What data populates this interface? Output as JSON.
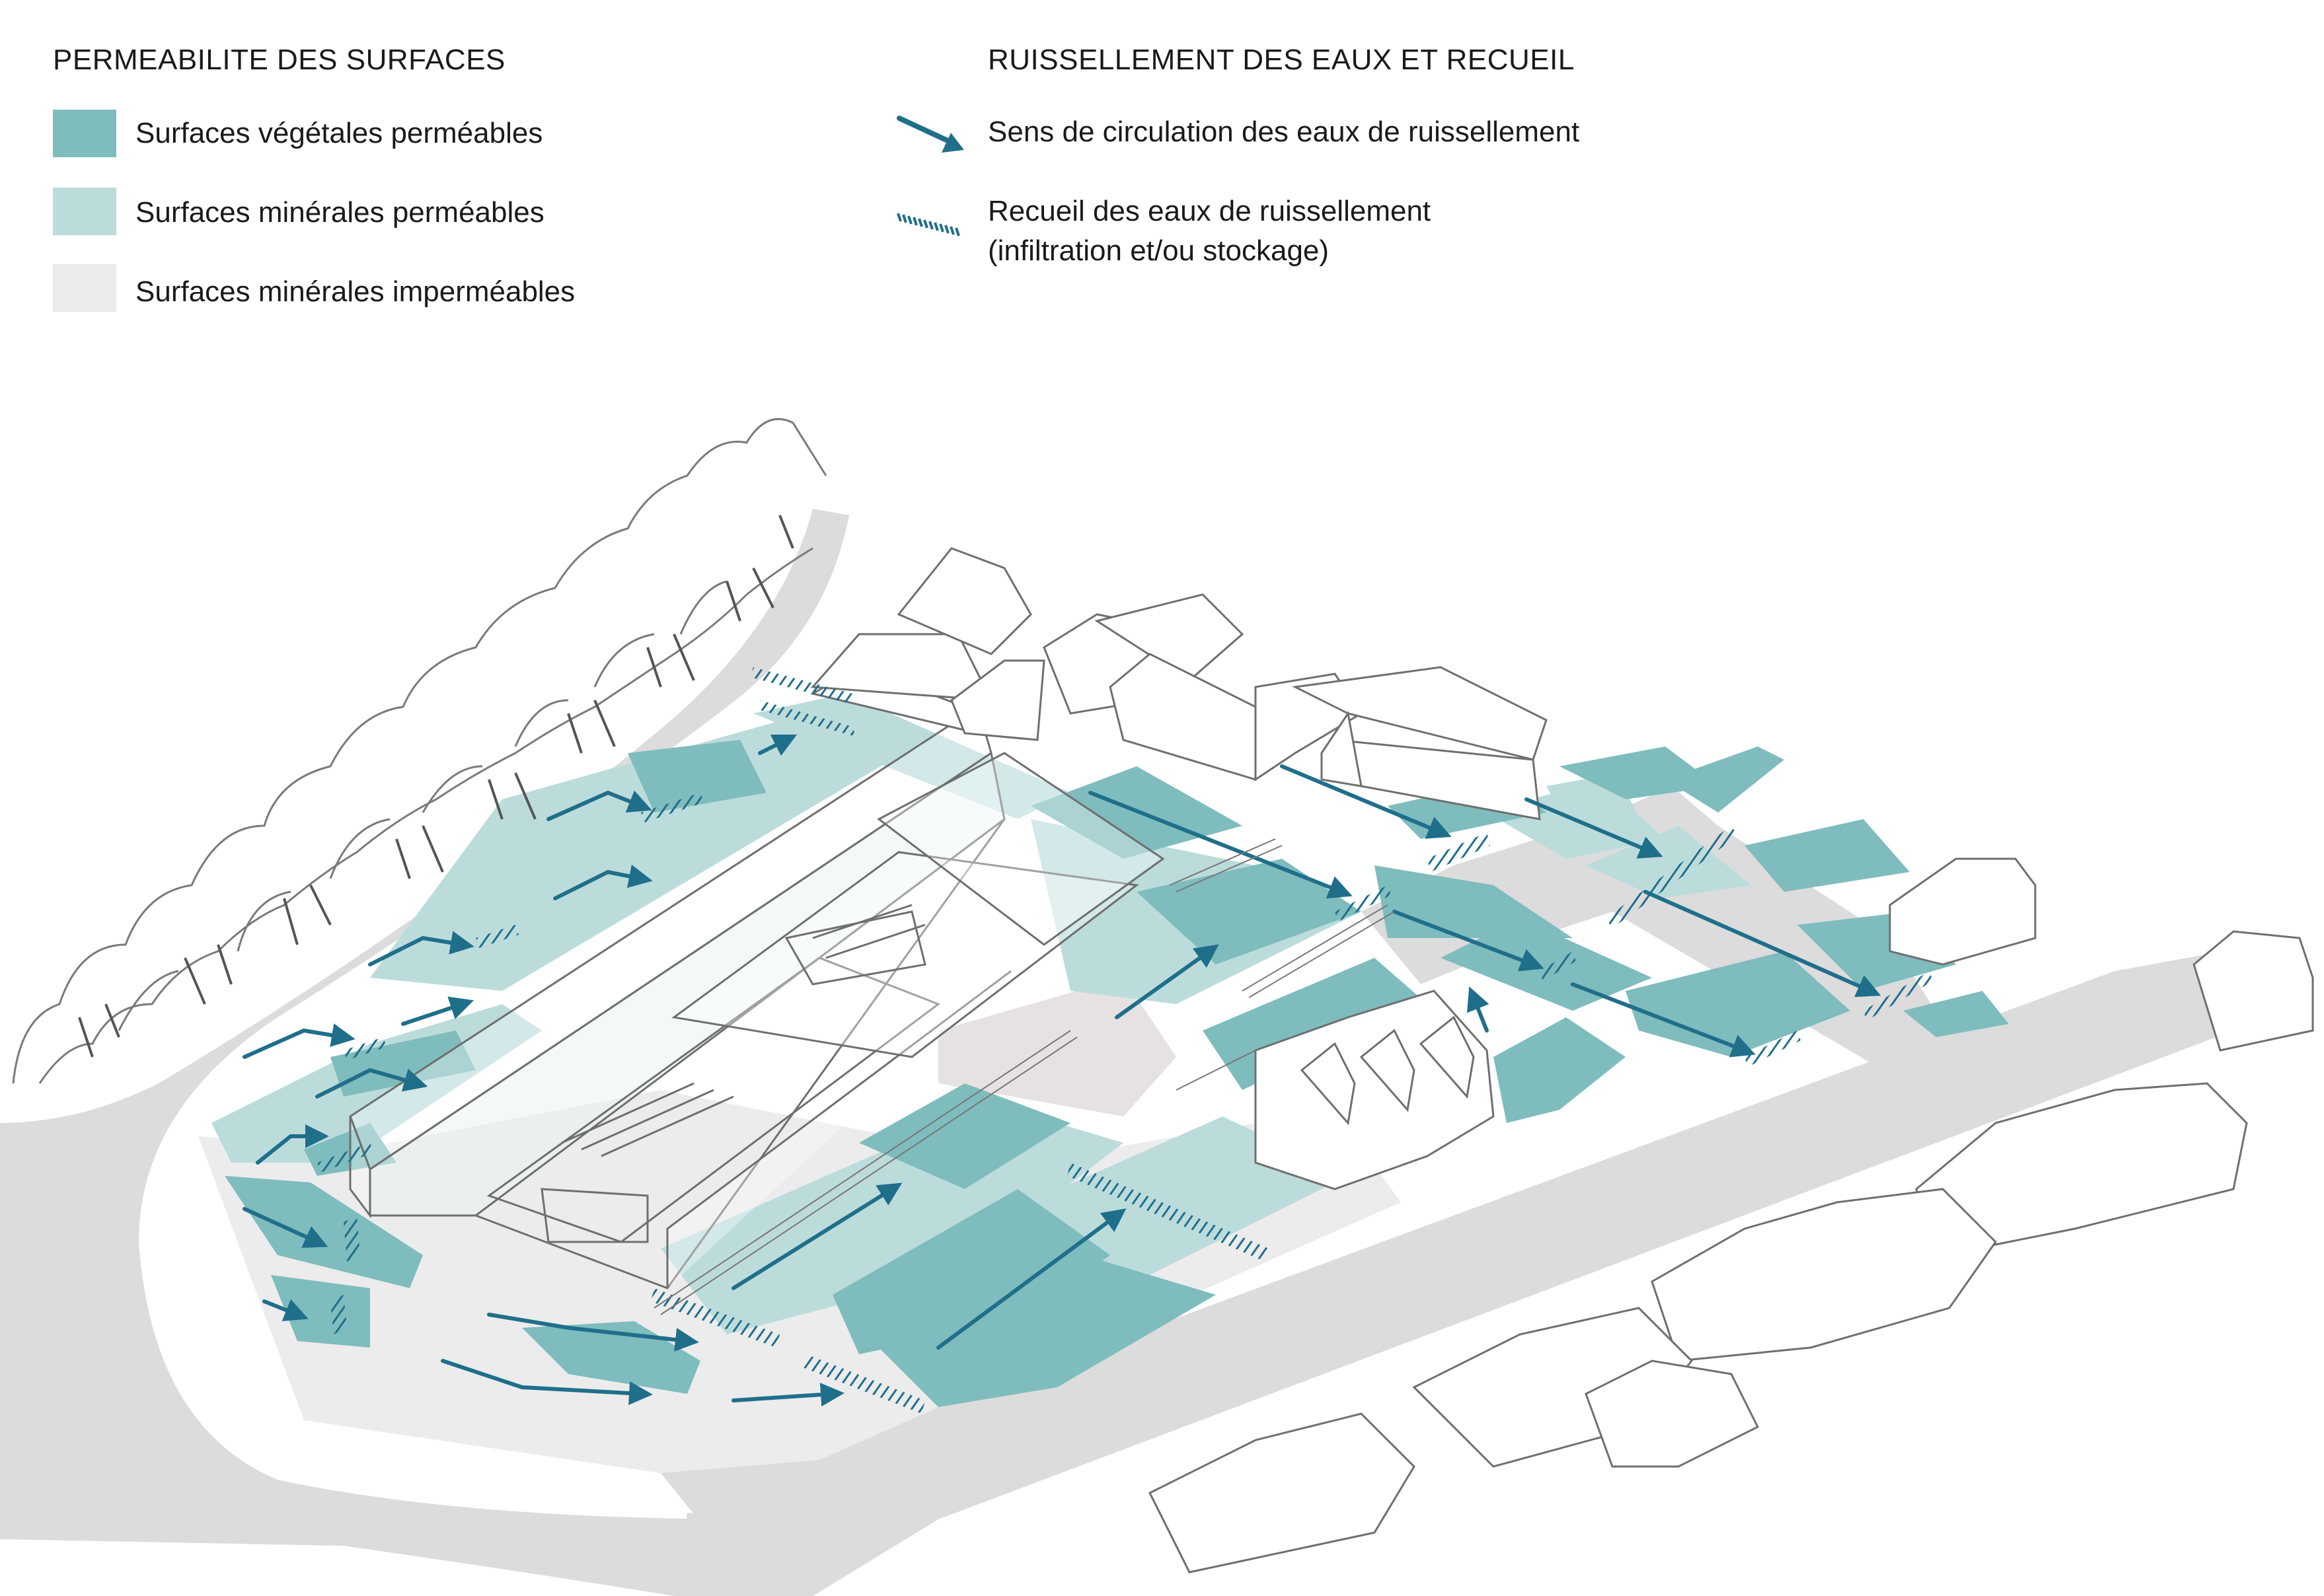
{
  "legend": {
    "permeability": {
      "title": "PERMEABILITE DES SURFACES",
      "items": [
        {
          "label": "Surfaces végétales perméables",
          "color": "#7fbcbd"
        },
        {
          "label": "Surfaces minérales perméables",
          "color": "#bcdcdc"
        },
        {
          "label": "Surfaces minérales imperméables",
          "color": "#ececec"
        }
      ]
    },
    "runoff": {
      "title": "RUISSELLEMENT DES EAUX ET RECUEIL",
      "items": [
        {
          "label": "Sens de circulation des eaux de ruissellement",
          "symbol": "arrow-icon"
        },
        {
          "label_line1": "Recueil des eaux de ruissellement",
          "label_line2": "(infiltration et/ou stockage)",
          "symbol": "hatched-band-icon"
        }
      ]
    }
  },
  "colors": {
    "arrow": "#1f6f8b",
    "vegetal": "#7fbcbd",
    "mineral_permeable": "#bcdcdc",
    "mineral_impermeable": "#ececec",
    "road": "#dcdcdc",
    "sketch": "#6f6f6f"
  }
}
